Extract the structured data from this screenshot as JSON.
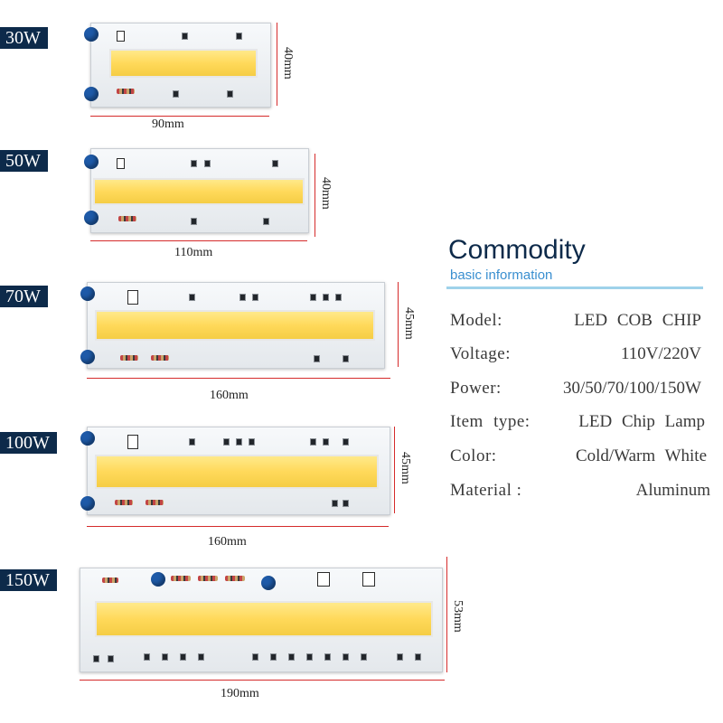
{
  "products": [
    {
      "power": "30W",
      "width": "90mm",
      "height": "40mm"
    },
    {
      "power": "50W",
      "width": "110mm",
      "height": "40mm"
    },
    {
      "power": "70W",
      "width": "160mm",
      "height": "45mm"
    },
    {
      "power": "100W",
      "width": "160mm",
      "height": "45mm"
    },
    {
      "power": "150W",
      "width": "190mm",
      "height": "53mm"
    }
  ],
  "info": {
    "title": "Commodity",
    "subtitle": "basic information",
    "rows": [
      {
        "key": "Model:",
        "value": "LED COB CHIP"
      },
      {
        "key": "Voltage:",
        "value": "110V/220V"
      },
      {
        "key": "Power:",
        "value": "30/50/70/100/150W"
      },
      {
        "key": "Item type:",
        "value": "LED Chip Lamp"
      },
      {
        "key": "Color:",
        "value": "Cold/Warm White"
      },
      {
        "key": "Material :",
        "value": "Aluminum"
      }
    ]
  },
  "colors": {
    "label_bg": "#0d2a4a",
    "dimension_line": "#d52b2b",
    "chip": "#ffd95a",
    "capacitor": "#1e5aa8",
    "accent_bar": "#9fd2ea"
  }
}
